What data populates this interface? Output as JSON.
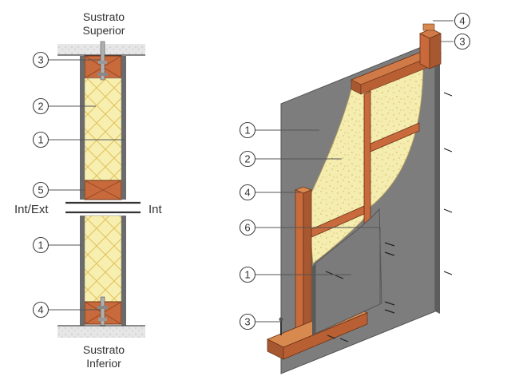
{
  "section": {
    "top_label_line1": "Sustrato",
    "top_label_line2": "Superior",
    "bottom_label_line1": "Sustrato",
    "bottom_label_line2": "Inferior",
    "int_ext_label": "Int/Ext",
    "int_label": "Int",
    "callouts": [
      "3",
      "2",
      "1",
      "5",
      "1",
      "4"
    ]
  },
  "isometric": {
    "callouts": [
      "4",
      "3",
      "1",
      "2",
      "4",
      "6",
      "1",
      "3"
    ]
  },
  "colors": {
    "wood": "#c86a3c",
    "wood_dark": "#8e4424",
    "insulation": "#f7efb0",
    "insulation_line": "#e0c060",
    "board": "#7b7b7b",
    "board_dark": "#5d5d5d",
    "concrete": "#e4e4e4"
  }
}
